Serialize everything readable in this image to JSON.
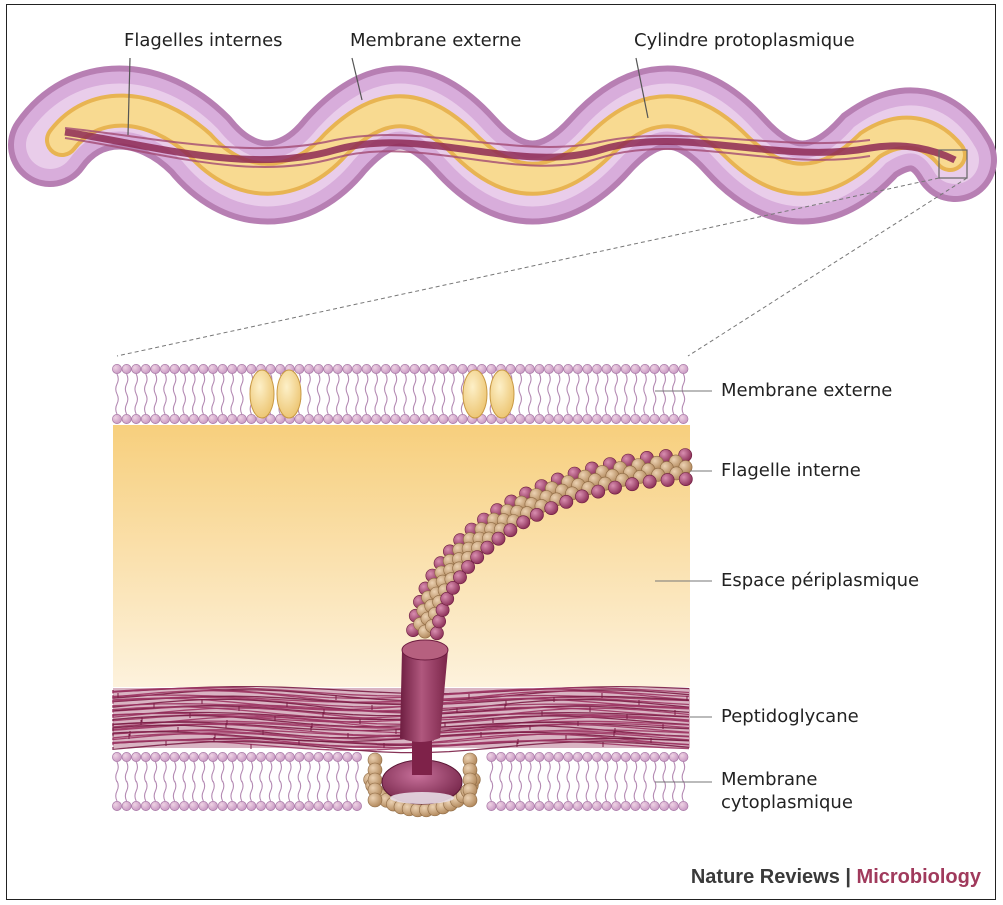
{
  "labels": {
    "flagelles_internes": "Flagelles internes",
    "membrane_externe_top": "Membrane externe",
    "cylindre": "Cylindre protoplasmique",
    "membrane_externe": "Membrane externe",
    "flagelle_interne": "Flagelle interne",
    "espace": "Espace périplasmique",
    "peptidoglycane": "Peptidoglycane",
    "membrane_cyto_1": "Membrane",
    "membrane_cyto_2": "cytoplasmique"
  },
  "credit": {
    "publisher": "Nature Reviews",
    "separator": " | ",
    "journal": "Microbiology"
  },
  "colors": {
    "membrane": "#c99bc9",
    "membrane_light": "#e6c6e6",
    "cylinder": "#f4cd78",
    "cylinder_light": "#fbe7b4",
    "flagella": "#8e2a55",
    "bead_purple": "#a4476f",
    "bead_tan": "#c8a27a",
    "periplasm_top": "#f7cf7d",
    "periplasm_bottom": "#fdf2dd"
  }
}
